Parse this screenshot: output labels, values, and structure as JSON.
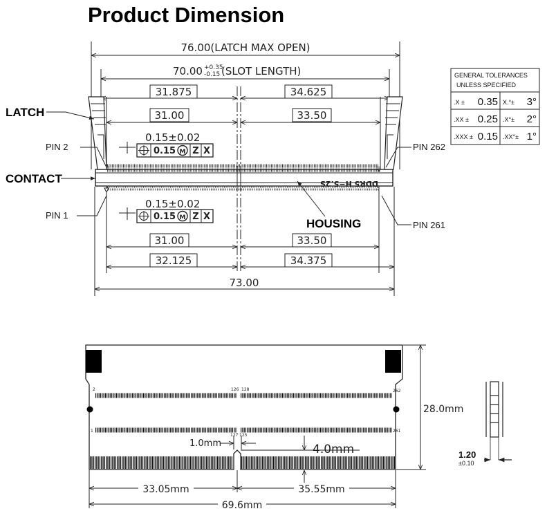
{
  "title": "Product Dimension",
  "top_view": {
    "latch_max_open": "76.00(LATCH MAX OPEN)",
    "slot_length_nominal": "70.00",
    "slot_length_tol_upper": "+0.35",
    "slot_length_tol_lower": "-0.15",
    "slot_length_label": "(SLOT LENGTH)",
    "upper_left_outer": "31.875",
    "upper_right_outer": "34.625",
    "upper_left_inner": "31.00",
    "upper_right_inner": "33.50",
    "lower_left_inner": "31.00",
    "lower_right_inner": "33.50",
    "lower_left_outer": "32.125",
    "lower_right_outer": "34.375",
    "overall_length": "73.00",
    "position_tol_text": "0.15±0.02",
    "fcf_value": "0.15",
    "fcf_modifier": "M",
    "fcf_datum_1": "Z",
    "fcf_datum_2": "X",
    "housing_marking": "DDR5 H=5.2S",
    "labels": {
      "latch": "LATCH",
      "contact": "CONTACT",
      "housing": "HOUSING",
      "pin2": "PIN 2",
      "pin1": "PIN 1",
      "pin262": "PIN 262",
      "pin261": "PIN 261"
    }
  },
  "tolerance_table": {
    "header_line1": "GENERAL TOLERANCES",
    "header_line2": "UNLESS SPECIFIED",
    "rows": [
      {
        "k1": ".X ±",
        "v1": "0.35",
        "k2": "X.°±",
        "v2": "3°"
      },
      {
        "k1": ".XX ±",
        "v1": "0.25",
        "k2": ".X°±",
        "v2": "2°"
      },
      {
        "k1": ".XXX ±",
        "v1": "0.15",
        "k2": ".XX°±",
        "v2": "1°"
      }
    ]
  },
  "module_view": {
    "height": "28.0mm",
    "notch_offset": "4.0mm",
    "notch_width": "1.0mm",
    "left_section": "33.05mm",
    "right_section": "35.55mm",
    "total_width": "69.6mm",
    "pin_2": "2",
    "pin_126": "126",
    "pin_128": "128",
    "pin_262": "262",
    "pin_1": "1",
    "pin_127": "127",
    "pin_125": "125",
    "pin_261": "261"
  },
  "contact_detail": {
    "thickness": "1.20",
    "thickness_tol": "±0.10"
  }
}
